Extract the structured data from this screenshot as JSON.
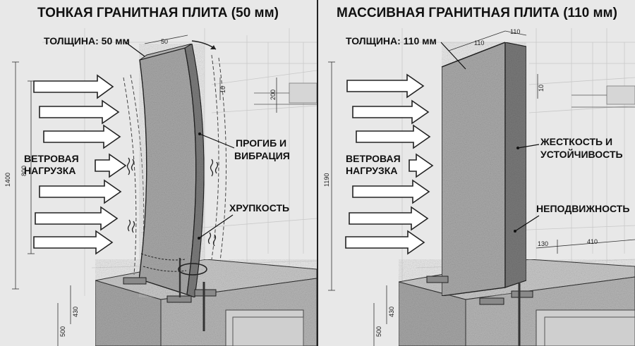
{
  "left_panel": {
    "title": "ТОНКАЯ ГРАНИТНАЯ ПЛИТА (50 мм)",
    "thickness_label": "ТОЛЩИНА: 50 мм",
    "thickness_dim": "50",
    "wind_label": [
      "ВЕТРОВАЯ",
      "НАГРУЗКА"
    ],
    "deflection_label": [
      "ПРОГИБ И",
      "ВИБРАЦИЯ"
    ],
    "fragility_label": "ХРУПКОСТЬ",
    "dims": {
      "total_height": "1400",
      "panel_height": "800",
      "base_height": "430",
      "foundation_height": "500",
      "beam_height": "200",
      "gap": "10"
    }
  },
  "right_panel": {
    "title": "МАССИВНАЯ ГРАНИТНАЯ ПЛИТА (110 мм)",
    "thickness_label": "ТОЛЩИНА: 110 мм",
    "thickness_dim_front": "110",
    "thickness_dim_top": "110",
    "wind_label": [
      "ВЕТРОВАЯ",
      "НАГРУЗКА"
    ],
    "rigidity_label": [
      "ЖЕСТКОСТЬ И",
      "УСТОЙЧИВОСТЬ"
    ],
    "immobility_label": "НЕПОДВИЖНОСТЬ",
    "dims": {
      "total_height": "1190",
      "base_height": "430",
      "foundation_height": "500",
      "gap": "10",
      "offset_a": "130",
      "offset_b": "410"
    }
  },
  "colors": {
    "background": "#e6e6e6",
    "granite": "#a9a9a9",
    "granite_side": "#7c7c7c",
    "concrete": "#b4b4b4",
    "concrete_dark": "#8f8f8f",
    "ink": "#111111"
  },
  "icons": [
    "wind-arrow-icon",
    "vibration-wave-icon",
    "anchor-bolt-icon"
  ]
}
